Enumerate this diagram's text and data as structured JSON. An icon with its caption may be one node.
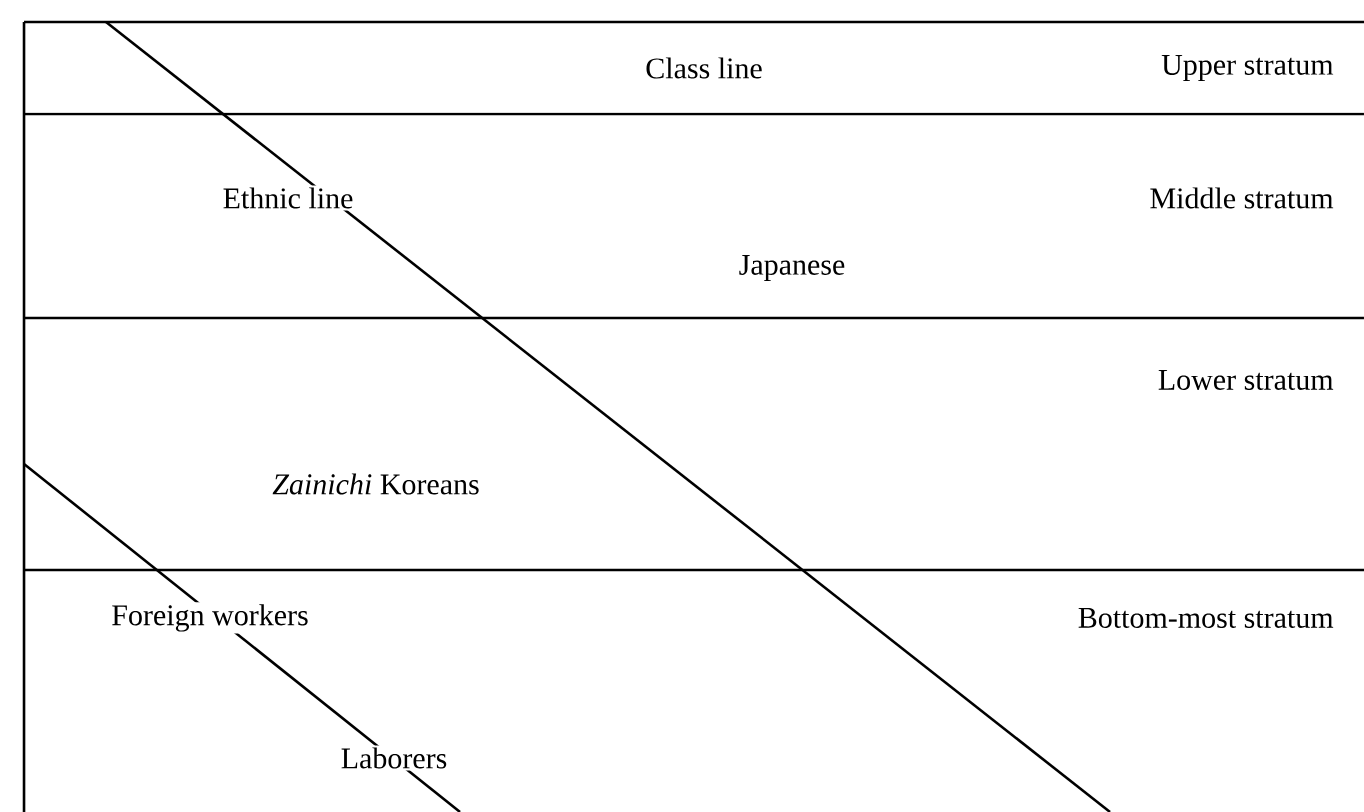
{
  "diagram": {
    "labels": [
      "Class line",
      "Upper stratum",
      "Ethnic line",
      "Middle stratum",
      "Japanese",
      "Lower stratum",
      "*Zainichi* Koreans",
      "Foreign workers",
      "Bottom-most stratum",
      "Laborers"
    ]
  }
}
